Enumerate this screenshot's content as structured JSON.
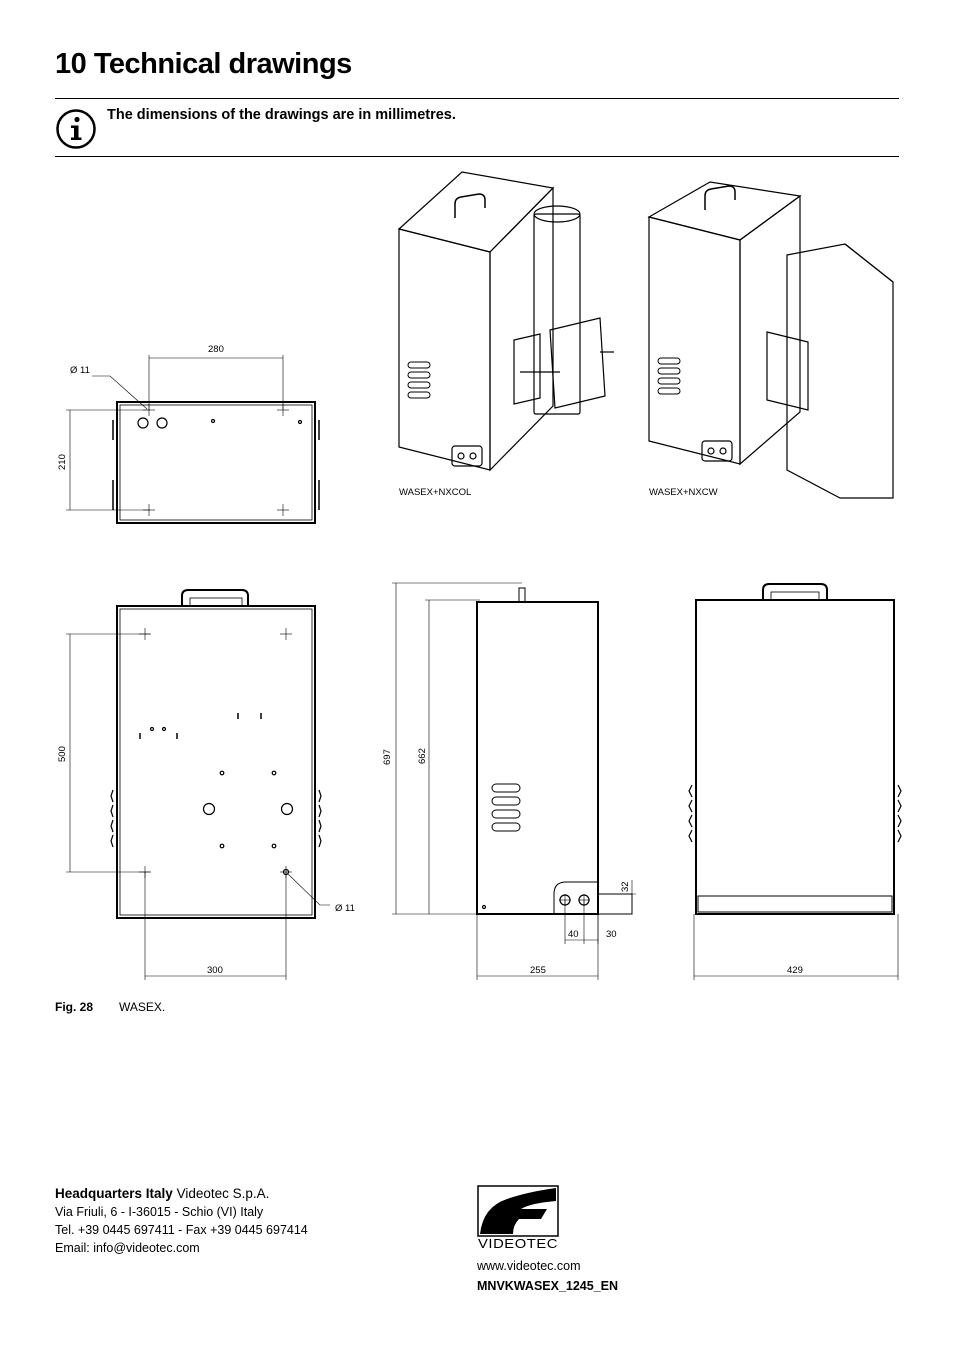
{
  "page": {
    "title": "10 Technical drawings",
    "note": "The dimensions of the drawings are in millimetres."
  },
  "views": {
    "nxcol_label": "WASEX+NXCOL",
    "nxcw_label": "WASEX+NXCW"
  },
  "dimensions": {
    "top_width": "280",
    "top_hole": "Ø 11",
    "top_height": "210",
    "back_height": "500",
    "back_width": "300",
    "back_hole": "Ø 11",
    "side_total": "697",
    "side_body": "662",
    "side_bracket_h": "32",
    "side_hole_a": "40",
    "side_hole_b": "30",
    "side_width": "255",
    "front_width": "429"
  },
  "figure": {
    "label": "Fig. 28",
    "caption": "WASEX."
  },
  "footer": {
    "hq_bold": "Headquarters Italy",
    "hq_company": "Videotec S.p.A.",
    "address": "Via Friuli, 6 - I-36015 - Schio (VI) Italy",
    "phone": "Tel. +39 0445 697411 - Fax +39 0445 697414",
    "email": "Email: info@videotec.com",
    "logo_text": "VIDEOTEC",
    "website": "www.videotec.com",
    "doc_code": "MNVKWASEX_1245_EN"
  }
}
